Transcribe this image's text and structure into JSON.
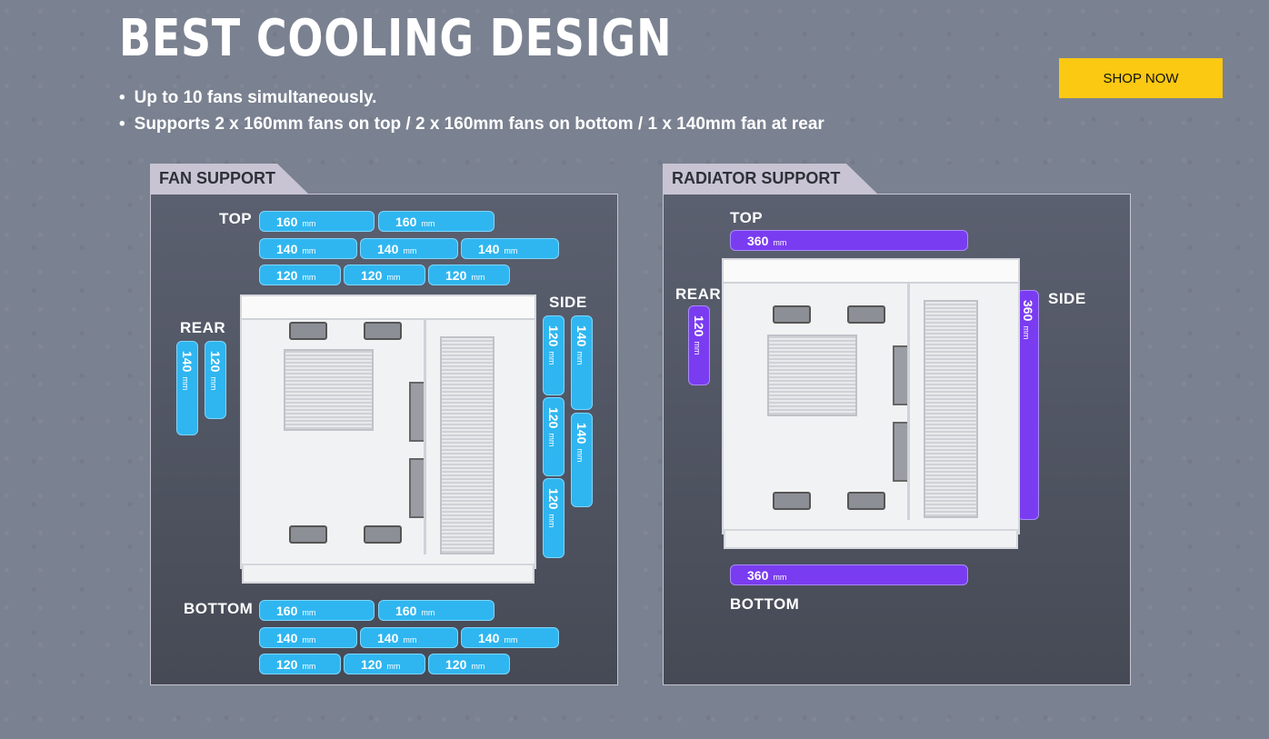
{
  "header": {
    "title": "BEST COOLING DESIGN",
    "shop_label": "SHOP NOW",
    "bullets": [
      "Up to 10 fans simultaneously.",
      "Supports 2 x 160mm fans on top / 2 x 160mm fans on bottom / 1 x 140mm fan at rear"
    ]
  },
  "fan_support": {
    "tab": "FAN SUPPORT",
    "labels": {
      "top": "TOP",
      "rear": "REAR",
      "side": "SIDE",
      "bottom": "BOTTOM"
    },
    "unit": "mm",
    "top": [
      [
        "160",
        "160"
      ],
      [
        "140",
        "140",
        "140"
      ],
      [
        "120",
        "120",
        "120"
      ]
    ],
    "bottom": [
      [
        "160",
        "160"
      ],
      [
        "140",
        "140",
        "140"
      ],
      [
        "120",
        "120",
        "120"
      ]
    ],
    "rear": [
      "140",
      "120"
    ],
    "side_left": [
      "120",
      "120",
      "120"
    ],
    "side_right": [
      "140",
      "140"
    ]
  },
  "radiator_support": {
    "tab": "RADIATOR SUPPORT",
    "labels": {
      "top": "TOP",
      "rear": "REAR",
      "side": "SIDE",
      "bottom": "BOTTOM"
    },
    "unit": "mm",
    "top": "360",
    "bottom": "360",
    "rear": "120",
    "side": "360"
  },
  "colors": {
    "fan_pill": "#2fb6f0",
    "radiator_pill": "#7a3cf0",
    "shop_button": "#fbc812"
  }
}
